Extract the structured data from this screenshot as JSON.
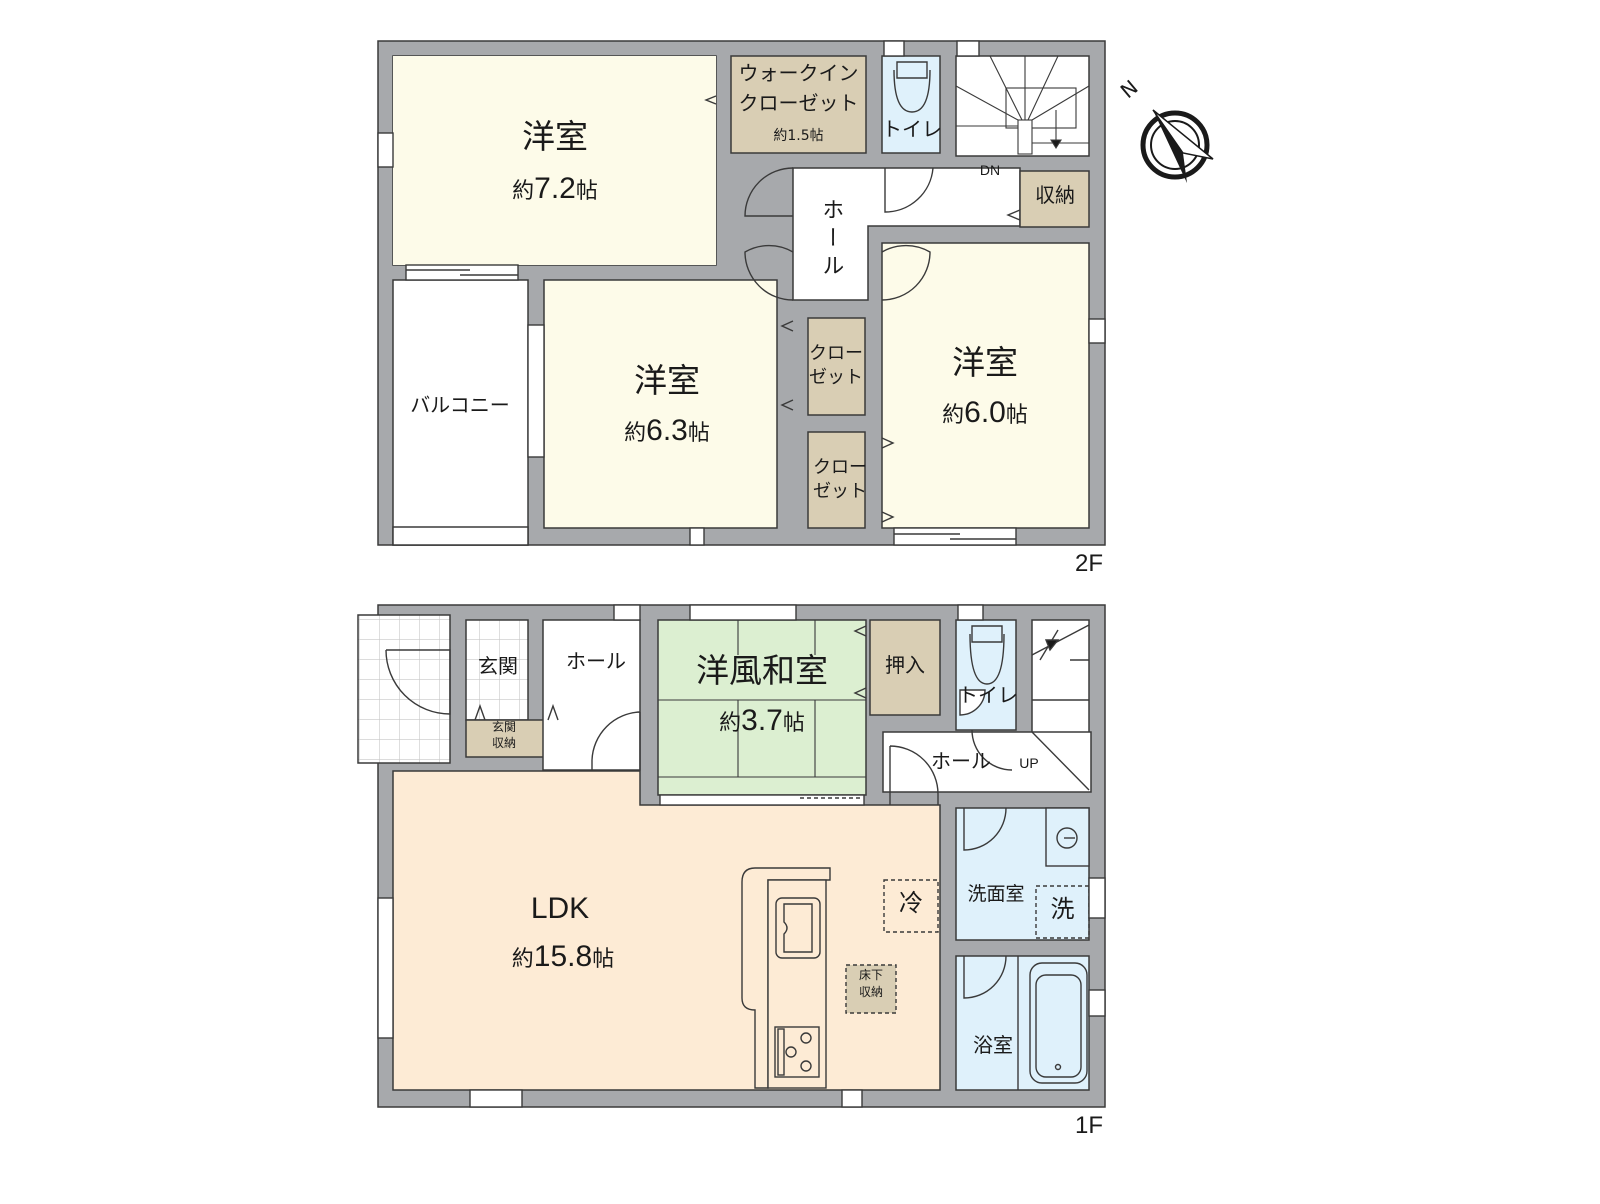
{
  "colors": {
    "wall": "#a7a9ac",
    "wall_outline": "#3a3a3a",
    "western_room": "#fdfbe9",
    "storage": "#d9ceb4",
    "toilet_bath": "#dff1fb",
    "ldk": "#fdebd5",
    "japanese_room": "#dcefd1",
    "hall": "#ffffff",
    "balcony": "#ffffff"
  },
  "compass": {
    "label": "N",
    "icon": "north-arrow-icon"
  },
  "floors": {
    "second": {
      "tag": "2F",
      "rooms": {
        "bedroom1": {
          "name": "洋室",
          "prefix": "約",
          "size": "7.2",
          "unit": "帖"
        },
        "walkin": {
          "line1": "ウォークイン",
          "line2": "クローゼット",
          "prefix": "約",
          "size": "1.5",
          "unit": "帖"
        },
        "toilet": {
          "name": "トイレ"
        },
        "stairs": {
          "label": "DN"
        },
        "storage": {
          "name": "収納"
        },
        "hall": {
          "name": "ホール"
        },
        "balcony": {
          "name": "バルコニー"
        },
        "bedroom2": {
          "name": "洋室",
          "prefix": "約",
          "size": "6.3",
          "unit": "帖"
        },
        "closet1": {
          "line1": "クロー",
          "line2": "ゼット"
        },
        "closet2": {
          "line1": "クロー",
          "line2": "ゼット"
        },
        "bedroom3": {
          "name": "洋室",
          "prefix": "約",
          "size": "6.0",
          "unit": "帖"
        }
      }
    },
    "first": {
      "tag": "1F",
      "rooms": {
        "entrance": {
          "name": "玄関"
        },
        "entrance_storage": {
          "line1": "玄関",
          "line2": "収納"
        },
        "hall_front": {
          "name": "ホール"
        },
        "japanese": {
          "name": "洋風和室",
          "prefix": "約",
          "size": "3.7",
          "unit": "帖"
        },
        "oshiire": {
          "name": "押入"
        },
        "toilet": {
          "name": "トイレ"
        },
        "hall_back": {
          "name": "ホール"
        },
        "stairs": {
          "label": "UP"
        },
        "ldk": {
          "name": "LDK",
          "prefix": "約",
          "size": "15.8",
          "unit": "帖"
        },
        "fridge": {
          "name": "冷"
        },
        "underfloor": {
          "line1": "床下",
          "line2": "収納"
        },
        "washroom": {
          "name": "洗面室"
        },
        "washer": {
          "name": "洗"
        },
        "bathroom": {
          "name": "浴室"
        }
      }
    }
  }
}
